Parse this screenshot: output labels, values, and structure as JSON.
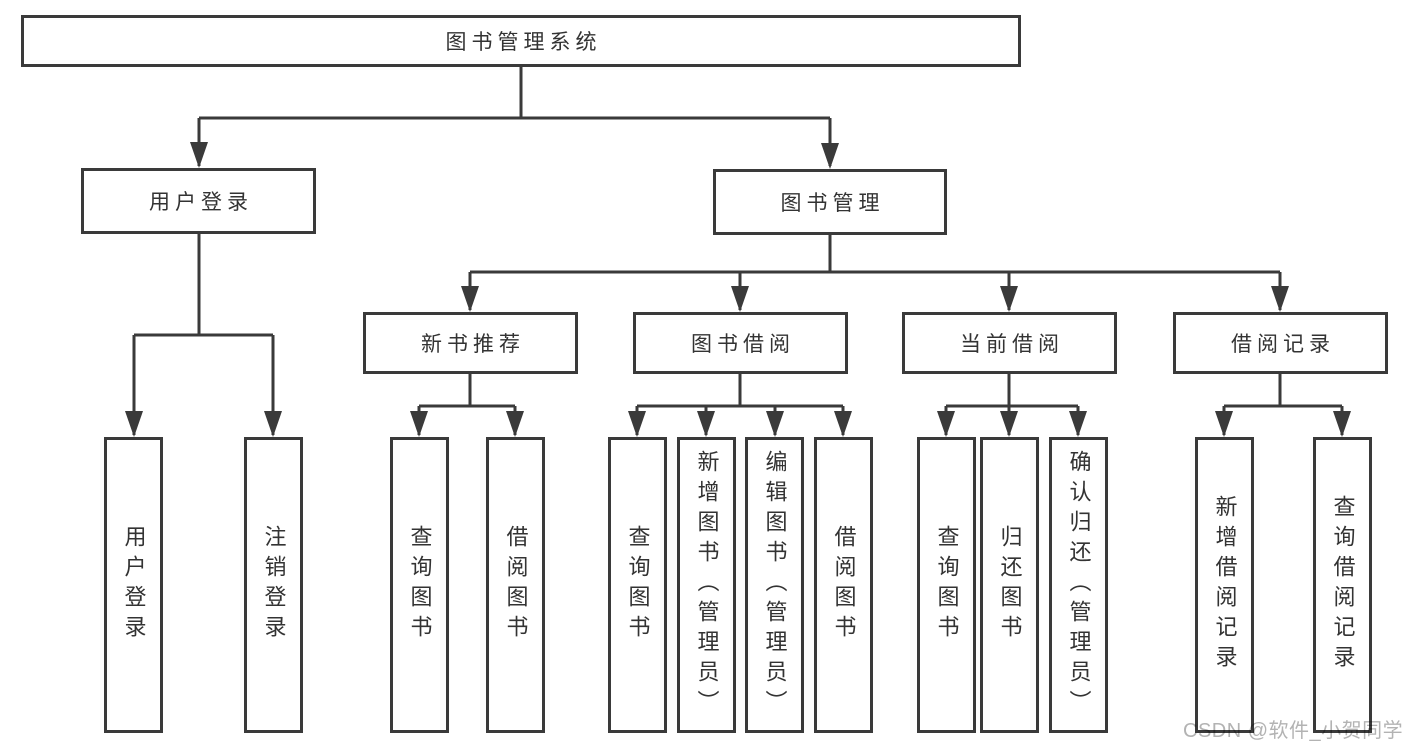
{
  "colors": {
    "line": "#3a3a3a",
    "box_border": "#3a3a3a",
    "text": "#333333",
    "watermark": "#b3b3b3",
    "background": "#ffffff"
  },
  "watermark": {
    "text": "CSDN @软件_小贺同学"
  },
  "diagram": {
    "root": {
      "label": "图书管理系统"
    },
    "branches": [
      {
        "label": "用户登录",
        "children": [
          {
            "label": "用户登录"
          },
          {
            "label": "注销登录"
          }
        ]
      },
      {
        "label": "图书管理",
        "children": [
          {
            "label": "新书推荐",
            "children": [
              {
                "label": "查询图书"
              },
              {
                "label": "借阅图书"
              }
            ]
          },
          {
            "label": "图书借阅",
            "children": [
              {
                "label": "查询图书"
              },
              {
                "label": "新增图书（管理员）"
              },
              {
                "label": "编辑图书（管理员）"
              },
              {
                "label": "借阅图书"
              }
            ]
          },
          {
            "label": "当前借阅",
            "children": [
              {
                "label": "查询图书"
              },
              {
                "label": "归还图书"
              },
              {
                "label": "确认归还（管理员）"
              }
            ]
          },
          {
            "label": "借阅记录",
            "children": [
              {
                "label": "新增借阅记录"
              },
              {
                "label": "查询借阅记录"
              }
            ]
          }
        ]
      }
    ]
  }
}
